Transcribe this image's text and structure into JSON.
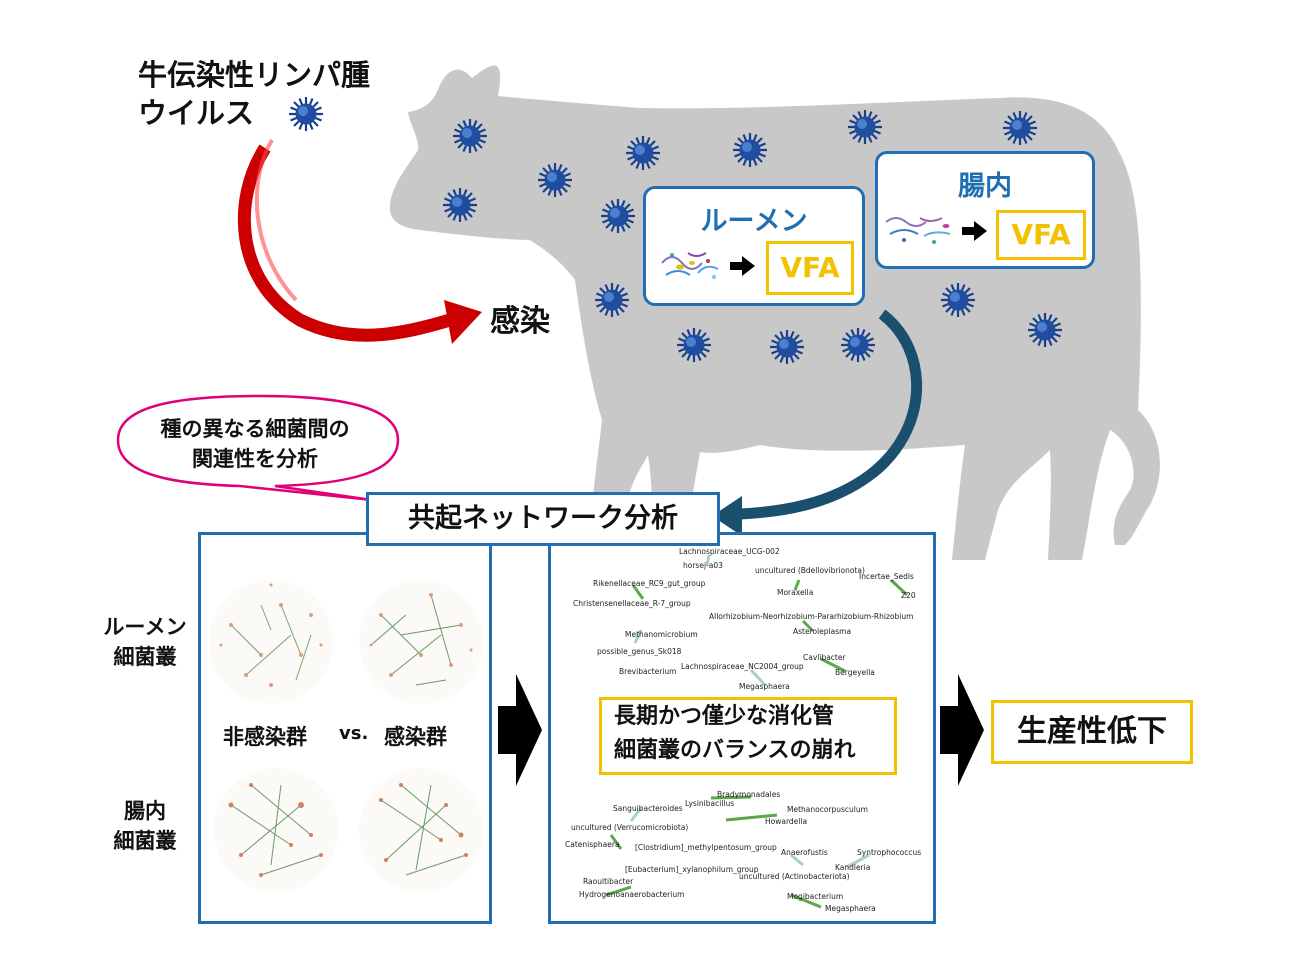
{
  "virus_title_line1": "牛伝染性リンパ腫",
  "virus_title_line2": "ウイルス",
  "infection_label": "感染",
  "rumen_title": "ルーメン",
  "intestine_title": "腸内",
  "vfa_label": "VFA",
  "bubble_line1": "種の異なる細菌間の",
  "bubble_line2": "関連性を分析",
  "network_title": "共起ネットワーク分析",
  "rumen_flora_line1": "ルーメン",
  "rumen_flora_line2": "細菌叢",
  "intestine_flora_line1": "腸内",
  "intestine_flora_line2": "細菌叢",
  "group_uninfected": "非感染群",
  "vs_label": "vs.",
  "group_infected": "感染群",
  "summary_line1": "長期かつ僅少な消化管",
  "summary_line2": "細菌叢のバランスの崩れ",
  "result_label": "生産性低下",
  "rumen_network_taxa": [
    "Lachnospiraceae_UCG-002",
    "horsej-a03",
    "uncultured (Bdellovibrionota)",
    "Incertae_Sedis",
    "Rikenellaceae_RC9_gut_group",
    "Moraxella",
    "Z20",
    "Christensenellaceae_R-7_group",
    "Allorhizobium-Neorhizobium-Pararhizobium-Rhizobium",
    "Asteroleplasma",
    "Methanomicrobium",
    "possible_genus_Sk018",
    "Cavlibacter",
    "Brevibacterium",
    "Lachnospiraceae_NC2004_group",
    "Bergeyella",
    "Megasphaera"
  ],
  "intestine_network_taxa": [
    "Bradymonadales",
    "Lysinibacillus",
    "Sanguibacteroides",
    "Methanocorpusculum",
    "Howardella",
    "uncultured (Verrucomicrobiota)",
    "Catenisphaera",
    "[Clostridium]_methylpentosum_group",
    "Anaerofustis",
    "Syntrophococcus",
    "[Eubacterium]_xylanophilum_group",
    "Kandleria",
    "uncultured (Actinobacteriota)",
    "Raoultibacter",
    "Hydrogenoanaerobacterium",
    "Mogibacterium",
    "Megasphaera"
  ]
}
